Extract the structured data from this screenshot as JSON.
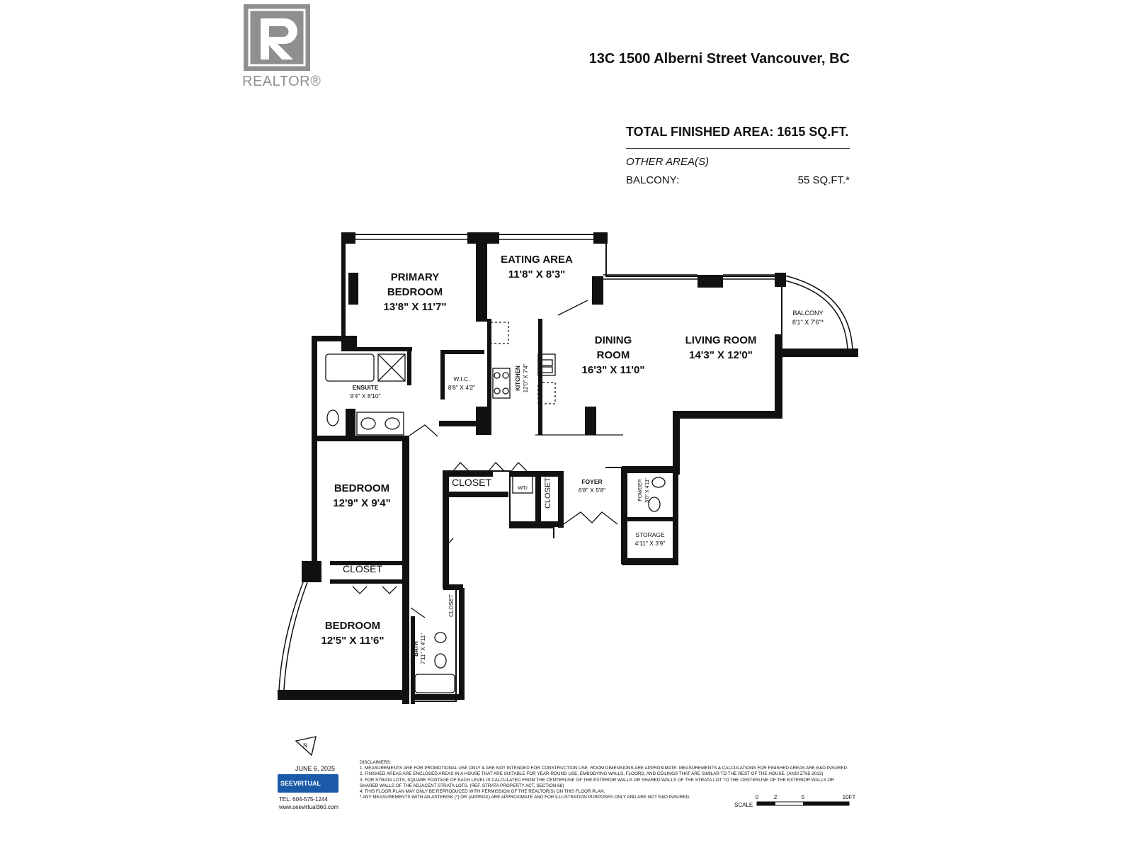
{
  "brand": {
    "logo_text": "REALTOR®"
  },
  "header": {
    "address": "13C 1500 Alberni Street Vancouver, BC",
    "total_finished_area": "TOTAL FINISHED AREA: 1615 SQ.FT.",
    "other_areas_label": "OTHER AREA(S)",
    "balcony_label": "BALCONY:",
    "balcony_value": "55 SQ.FT.*"
  },
  "rooms": {
    "primary_bedroom": {
      "name1": "PRIMARY",
      "name2": "BEDROOM",
      "dims": "13'8\" X 11'7\""
    },
    "eating_area": {
      "name": "EATING AREA",
      "dims": "11'8\" X 8'3\""
    },
    "balcony": {
      "name": "BALCONY",
      "dims": "8'1\" X 7'6\"*"
    },
    "dining_room": {
      "name1": "DINING",
      "name2": "ROOM",
      "dims": "16'3\" X 11'0\""
    },
    "living_room": {
      "name": "LIVING ROOM",
      "dims": "14'3\" X 12'0\""
    },
    "ensuite": {
      "name": "ENSUITE",
      "dims": "9'4\" X 8'10\""
    },
    "wic": {
      "name": "W.I.C.",
      "dims": "8'8\" X 4'2\""
    },
    "kitchen": {
      "name": "KITCHEN",
      "dims": "12'0\" X 7'4\""
    },
    "bedroom2": {
      "name": "BEDROOM",
      "dims": "12'9\" X 9'4\""
    },
    "bedroom3": {
      "name": "BEDROOM",
      "dims": "12'5\" X 11'6\""
    },
    "closet_hall": {
      "name": "CLOSET"
    },
    "closet_vertical": {
      "name": "CLOSET"
    },
    "closet_bed3": {
      "name": "CLOSET"
    },
    "closet_bath": {
      "name": "CLOSET"
    },
    "wd": {
      "name": "W/D"
    },
    "foyer": {
      "name": "FOYER",
      "dims": "6'8\" X 5'8\""
    },
    "powder": {
      "name": "POWDER",
      "dims": "5'0\" X 4'11\""
    },
    "storage": {
      "name": "STORAGE",
      "dims": "4'11\" X 3'9\""
    },
    "bath": {
      "name": "BATH",
      "dims": "7'11\" X 4'11\""
    }
  },
  "footer": {
    "date": "JUNE 6, 2025",
    "company_logo_text": "SEEVIRTUAL",
    "phone": "TEL: 604-575-1244",
    "website": "www.seevirtual360.com",
    "disclaimers": [
      "DISCLAIMERS:",
      "1. MEASUREMENTS ARE FOR PROMOTIONAL USE ONLY & ARE NOT INTENDED FOR CONSTRUCTION USE. ROOM DIMENSIONS ARE APPROXIMATE. MEASUREMENTS & CALCULATIONS FOR FINISHED AREAS ARE E&O INSURED.",
      "2. FINISHED AREAS ARE ENCLOSED AREAS IN A HOUSE THAT ARE SUITABLE FOR YEAR-ROUND USE, EMBODYING WALLS, FLOORS, AND CEILINGS THAT ARE SIMILAR TO THE REST OF THE HOUSE. (ANSI Z765-2013)",
      "3. FOR STRATA LOTS, SQUARE FOOTAGE OF EACH LEVEL IS CALCULATED FROM THE CENTERLINE OF THE EXTERIOR WALLS OR SHARED WALLS OF THE STRATA LOT TO THE CENTERLINE OF THE EXTERIOR WALLS OR",
      "SHARED WALLS OF THE ADJACENT STRATA LOTS. (REF. STRATA PROPERTY ACT, SECTION 68)",
      "4. THIS FLOOR PLAN MAY ONLY BE REPRODUCED WITH PERMISSION OF THE REALTOR(S) ON THIS FLOOR PLAN.",
      "* ANY MEASUREMENTS WITH AN ASTERISK (*) OR (APPROX) ARE APPROXIMATE AND FOR ILLUSTRATION PURPOSES ONLY AND ARE NOT E&O INSURED."
    ],
    "scale": {
      "label": "SCALE",
      "ticks": [
        "0",
        "2",
        "5",
        "10FT"
      ]
    },
    "north_label": "N"
  }
}
